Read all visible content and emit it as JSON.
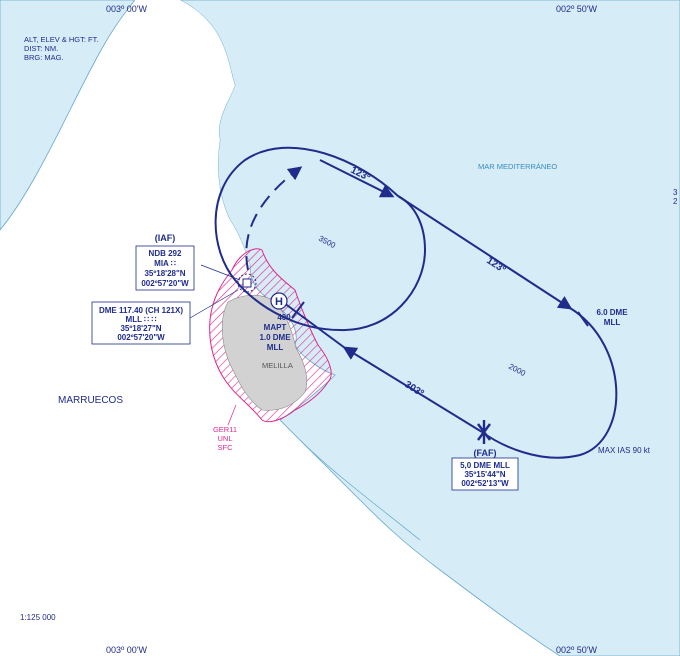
{
  "coordinates": {
    "top_left": "003º 00'W",
    "top_right": "002º 50'W",
    "bottom_left": "003º 00'W",
    "bottom_right": "002º 50'W",
    "right_edge": "3",
    "right_edge_2": "2"
  },
  "units_note": [
    "ALT, ELEV & HGT: FT.",
    "DIST: NM.",
    "BRG: MAG."
  ],
  "scale": "1:125 000",
  "sea_label": "MAR MEDITERRÁNEO",
  "country_label": "MARRUECOS",
  "city_label": "MELILLA",
  "iaf": {
    "title": "(IAF)",
    "lines": [
      "NDB 292",
      "MIA  ∷",
      "35º18'28\"N",
      "002º57'20\"W"
    ]
  },
  "dme": {
    "lines": [
      "DME 117.40 (CH 121X)",
      "MLL  ∷ ∷",
      "35º18'27\"N",
      "002º57'20\"W"
    ]
  },
  "mapt": {
    "lines": [
      "MAPT",
      "1.0 DME",
      "MLL"
    ],
    "holding_symbol": "H",
    "altitude": "400"
  },
  "faf": {
    "title": "(FAF)",
    "lines": [
      "5,0 DME MLL",
      "35º15'44\"N",
      "002º52'13\"W"
    ]
  },
  "dme_fix": [
    "6.0 DME",
    "MLL"
  ],
  "max_ias": "MAX IAS 90 kt",
  "bearings": {
    "inbound_upper": "123º",
    "outbound": "123º",
    "return": "303º"
  },
  "altitudes": {
    "upper_loop": "3500",
    "lower_loop": "2000"
  },
  "restricted_area": [
    "GER11",
    "UNL",
    "SFC"
  ],
  "colors": {
    "sea": "#d6ecf6",
    "land": "#ffffff",
    "track": "#1f2c8c",
    "restricted": "#e0288c",
    "city": "#d2d2d2",
    "coast": "#66a8cc"
  }
}
